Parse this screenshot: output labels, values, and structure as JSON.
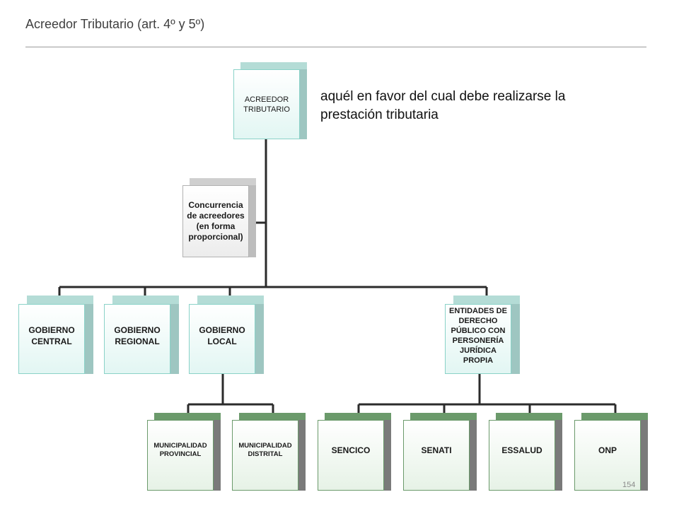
{
  "slide": {
    "title": "Acreedor Tributario (art. 4º y 5º)",
    "definition": "aquél en favor del cual debe realizarse la prestación tributaria",
    "page_number": "154"
  },
  "org_chart": {
    "root": "ACREEDOR TRIBUTARIO",
    "note": "Concurrencia de acreedores (en forma proporcional)",
    "level_1": [
      "GOBIERNO CENTRAL",
      "GOBIERNO REGIONAL",
      "GOBIERNO LOCAL",
      "ENTIDADES DE DERECHO PÚBLICO CON PERSONERÍA JURÍDICA PROPIA"
    ],
    "gobierno_local_children": [
      "MUNICIPALIDAD PROVINCIAL",
      "MUNICIPALIDAD DISTRITAL"
    ],
    "entidades_children": [
      "SENCICO",
      "SENATI",
      "ESSALUD",
      "ONP"
    ]
  },
  "colors": {
    "connector": "#2b2b2b",
    "teal_border": "#8ad2c8",
    "green_border": "#6b9a6b",
    "grey_border": "#b2b2b2"
  }
}
